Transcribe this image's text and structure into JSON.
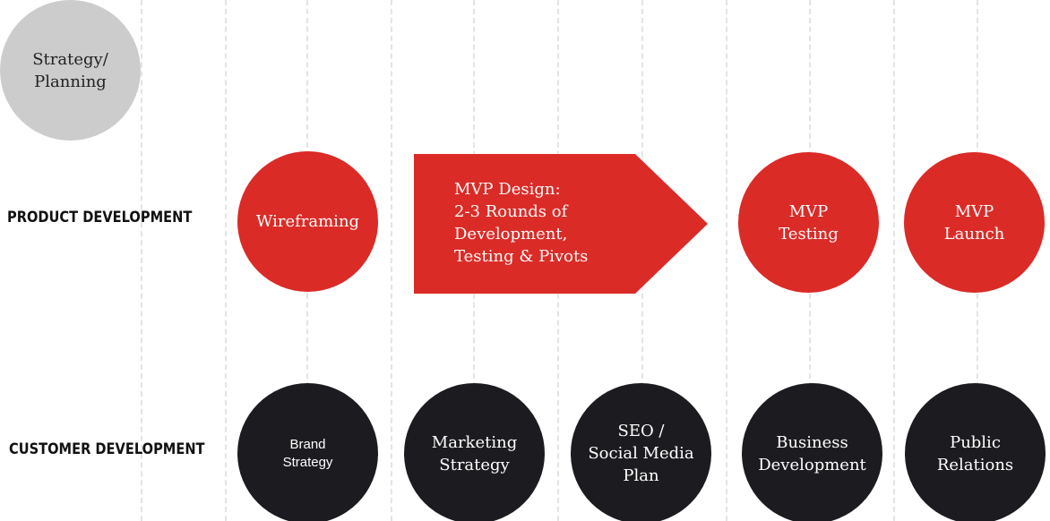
{
  "rows": {
    "product_label": "PRODUCT DEVELOPMENT",
    "customer_label": "CUSTOMER DEVELOPMENT"
  },
  "nodes": {
    "strategy": "Strategy/\nPlanning",
    "wireframing": "Wireframing",
    "mvp_design": "MVP Design:\n2-3 Rounds of\nDevelopment,\nTesting & Pivots",
    "mvp_testing": "MVP\nTesting",
    "mvp_launch": "MVP\nLaunch",
    "brand_strategy": "Brand\nStrategy",
    "marketing_strategy": "Marketing\nStrategy",
    "seo_social": "SEO /\nSocial  Media\nPlan",
    "business_development": "Business\nDevelopment",
    "public_relations": "Public\nRelations"
  },
  "colors": {
    "strategy_gray": "#cccccc",
    "product_red": "#db2b27",
    "customer_black": "#1c1b1f",
    "gridline": "#e4e4e4"
  }
}
